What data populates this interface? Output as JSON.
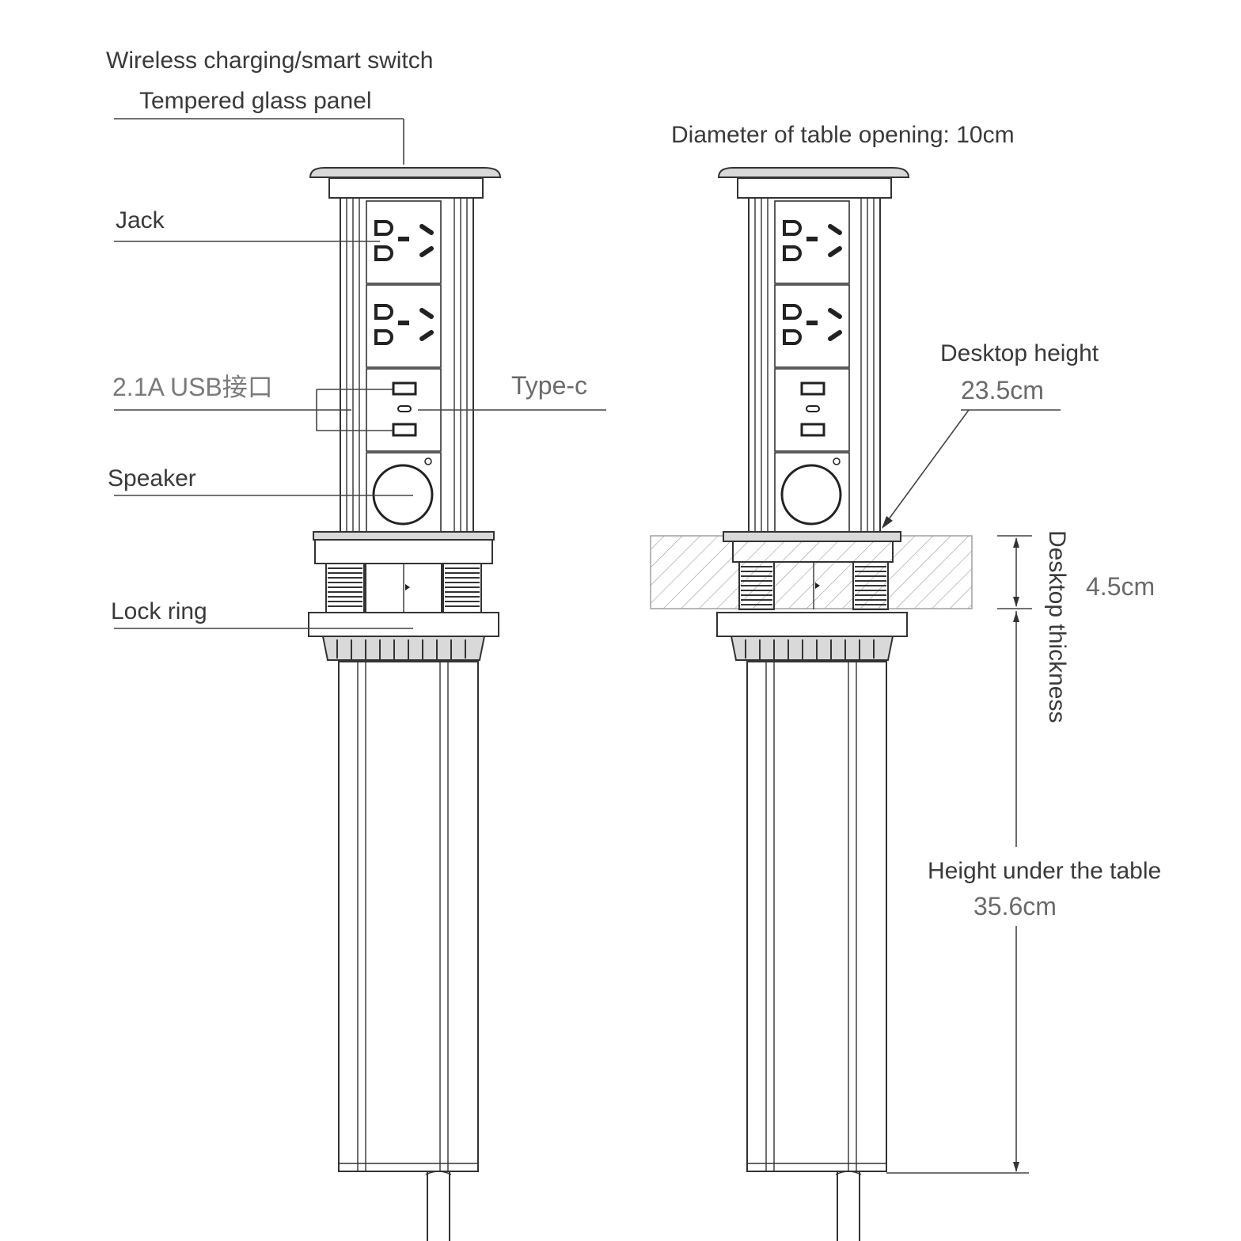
{
  "left_labels": {
    "wireless": "Wireless charging/smart switch",
    "glass": "Tempered glass panel",
    "jack": "Jack",
    "usb": "2.1A USB接口",
    "typec": "Type-c",
    "speaker": "Speaker",
    "lock_ring": "Lock ring"
  },
  "right_labels": {
    "diameter": "Diameter of table opening: 10cm",
    "desktop_height": "Desktop height",
    "desktop_height_value": "23.5cm",
    "desktop_thickness": "Desktop thickness",
    "desktop_thickness_value": "4.5cm",
    "under_table": "Height under the table",
    "under_table_value": "35.6cm"
  },
  "colors": {
    "line": "#333333",
    "text": "#3a3a3a",
    "value_text": "#6a6a6a",
    "hatch": "#9a9a9a"
  }
}
